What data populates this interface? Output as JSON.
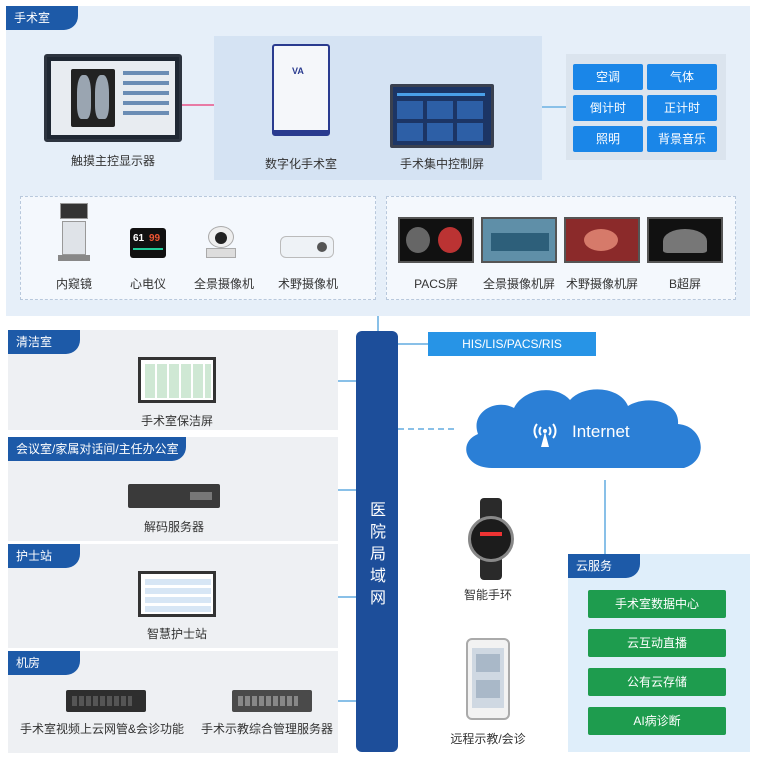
{
  "operating_room": {
    "tag": "手术室",
    "touch_display": "触摸主控显示器",
    "digital_or": "数字化手术室",
    "central_screen": "手术集中控制屏",
    "controls": [
      "空调",
      "气体",
      "倒计时",
      "正计时",
      "照明",
      "背景音乐"
    ],
    "devices": [
      "内窥镜",
      "心电仪",
      "全景摄像机",
      "术野摄像机"
    ],
    "screens": [
      "PACS屏",
      "全景摄像机屏",
      "术野摄像机屏",
      "B超屏"
    ],
    "ecg_values": [
      "61",
      "99"
    ]
  },
  "cleaning_room": {
    "tag": "清洁室",
    "device": "手术室保洁屏"
  },
  "meeting_room": {
    "tag": "会议室/家属对话间/主任办公室",
    "device": "解码服务器"
  },
  "nurse_station": {
    "tag": "护士站",
    "device": "智慧护士站"
  },
  "machine_room": {
    "tag": "机房",
    "device_left": "手术室视频上云网管&会诊功能",
    "device_right": "手术示教综合管理服务器"
  },
  "network": {
    "lan": "医院局域网",
    "his": "HIS/LIS/PACS/RIS",
    "internet": "Internet"
  },
  "mobile": {
    "watch": "智能手环",
    "phone": "远程示教/会诊"
  },
  "cloud_service": {
    "tag": "云服务",
    "items": [
      "手术室数据中心",
      "云互动直播",
      "公有云存储",
      "AI病诊断"
    ]
  },
  "colors": {
    "primary_blue": "#1d5aa8",
    "control_blue": "#1a86e8",
    "cloud_green": "#1e9c4e",
    "panel_bg": "#e6eff9"
  }
}
